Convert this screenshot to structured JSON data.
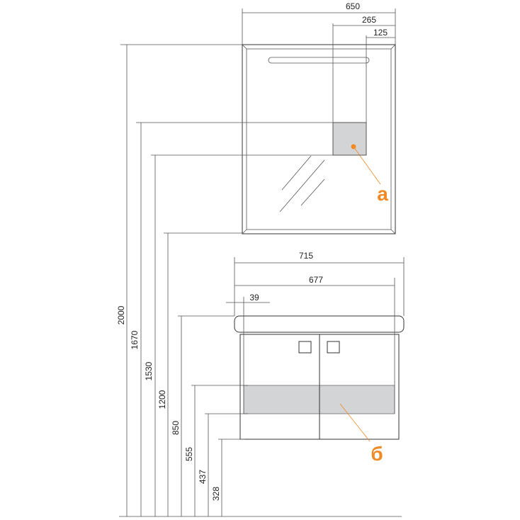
{
  "colors": {
    "accent": "#f08a24",
    "fill": "#d3d4d6",
    "line": "#333333"
  },
  "mirror": {
    "width_dims": [
      "650",
      "265",
      "125"
    ],
    "callout": "a"
  },
  "cabinet": {
    "width_dims": [
      "715",
      "677",
      "39"
    ],
    "callout": "б"
  },
  "heights": [
    "2000",
    "1670",
    "1530",
    "1200",
    "850",
    "555",
    "437",
    "328"
  ]
}
